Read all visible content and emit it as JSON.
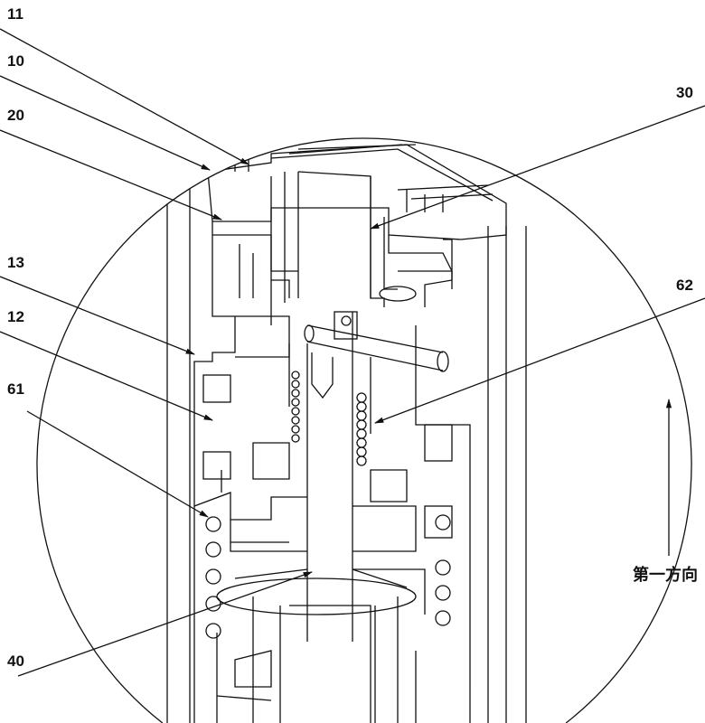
{
  "labels": {
    "l11": "11",
    "l10": "10",
    "l20": "20",
    "l13": "13",
    "l12": "12",
    "l61": "61",
    "l40": "40",
    "l30": "30",
    "l62": "62"
  },
  "direction_label": "第一方向"
}
